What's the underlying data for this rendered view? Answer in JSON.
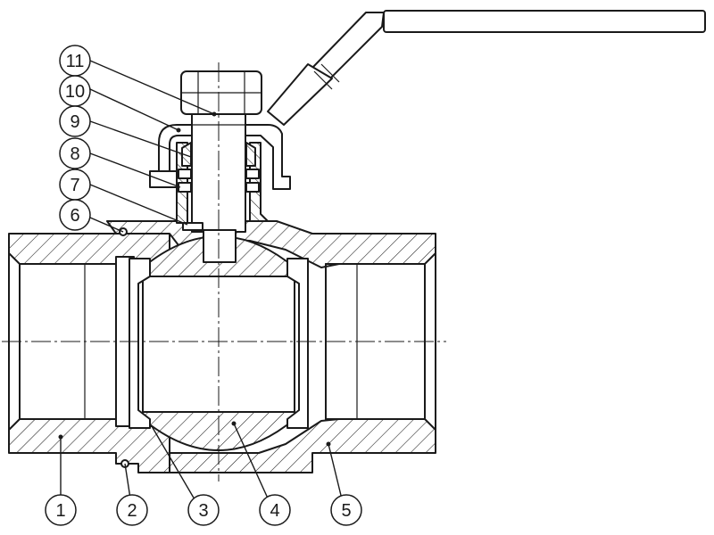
{
  "callouts": [
    {
      "number": "1",
      "part": 1
    },
    {
      "number": "2",
      "part": 2
    },
    {
      "number": "3",
      "part": 3
    },
    {
      "number": "4",
      "part": 4
    },
    {
      "number": "5",
      "part": 5
    },
    {
      "number": "6",
      "part": 6
    },
    {
      "number": "7",
      "part": 7
    },
    {
      "number": "8",
      "part": 8
    },
    {
      "number": "9",
      "part": 9
    },
    {
      "number": "10",
      "part": 10
    },
    {
      "number": "11",
      "part": 11
    }
  ],
  "colors": {
    "line": "#1a1a1a",
    "background": "#ffffff"
  }
}
